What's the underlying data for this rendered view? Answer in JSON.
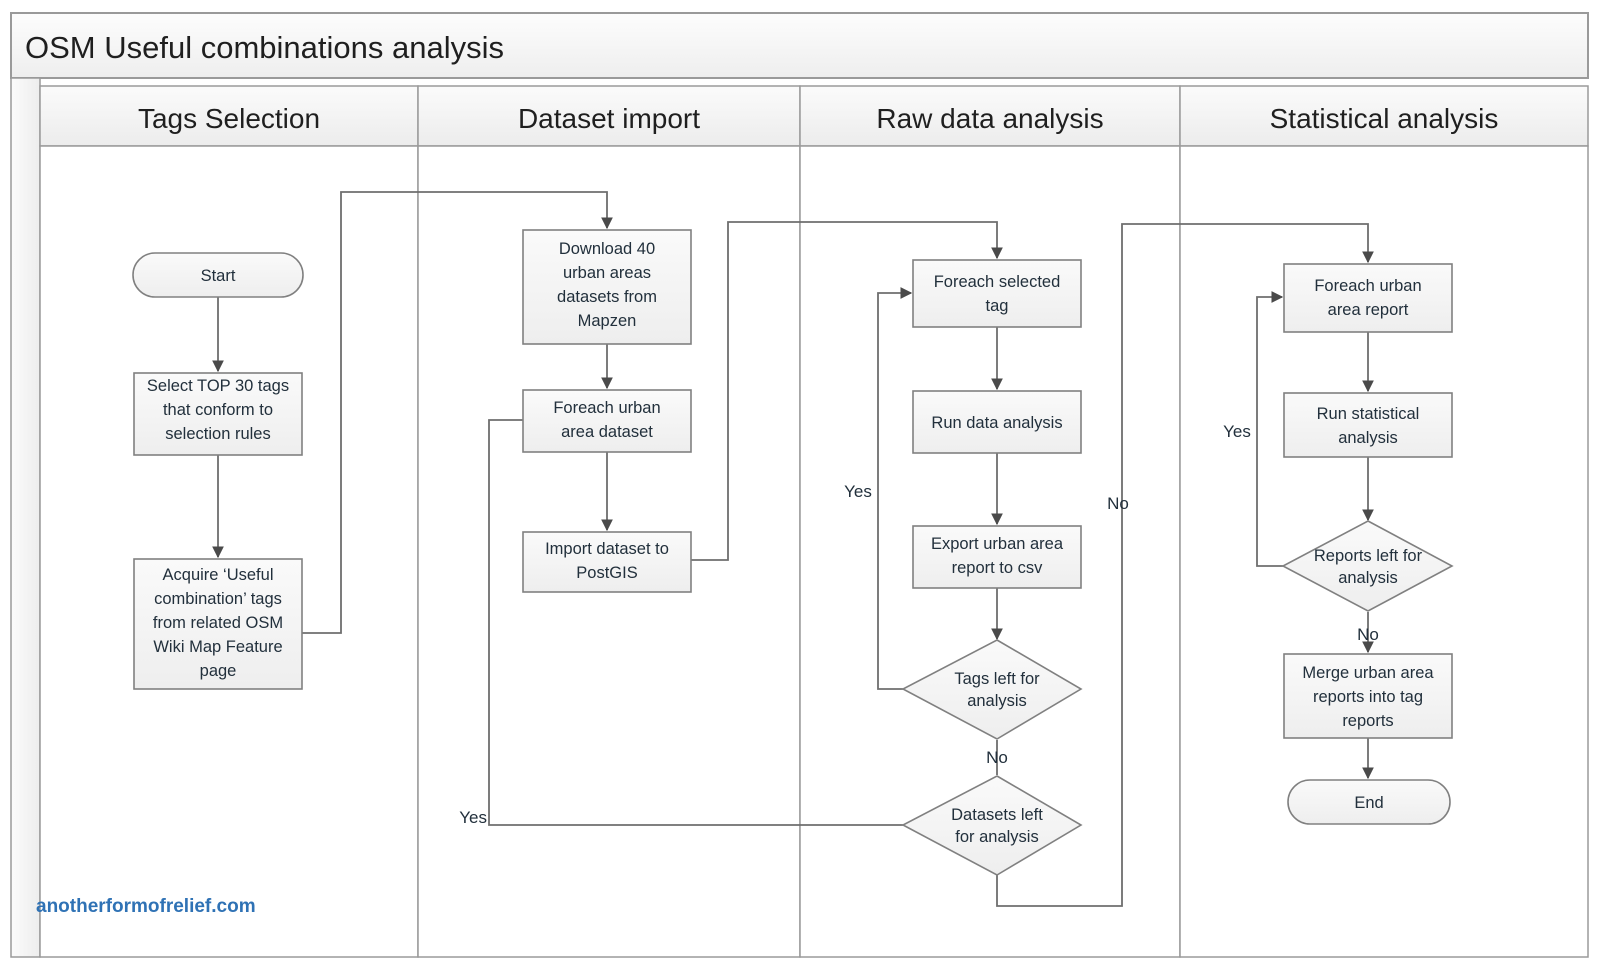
{
  "diagram": {
    "title": "OSM Useful combinations analysis",
    "watermark": "anotherformofrelief.com",
    "accent_color": "#2f72b5",
    "node_fill": "#f2f2f2",
    "node_stroke": "#808080",
    "edge_stroke": "#6e6e6e",
    "lanes": [
      {
        "id": "lane-tags-selection",
        "label": "Tags Selection"
      },
      {
        "id": "lane-dataset-import",
        "label": "Dataset import"
      },
      {
        "id": "lane-raw-data-analysis",
        "label": "Raw data analysis"
      },
      {
        "id": "lane-statistical-analysis",
        "label": "Statistical analysis"
      }
    ],
    "nodes": [
      {
        "id": "start",
        "lane": "Tags Selection",
        "shape": "terminator",
        "lines": [
          "Start"
        ]
      },
      {
        "id": "select-top-30",
        "lane": "Tags Selection",
        "shape": "process",
        "lines": [
          "Select TOP 30 tags",
          "that conform to",
          "selection rules"
        ]
      },
      {
        "id": "acquire-useful-combination",
        "lane": "Tags Selection",
        "shape": "process",
        "lines": [
          "Acquire ‘Useful",
          "combination’ tags",
          "from related OSM",
          "Wiki Map Feature",
          "page"
        ]
      },
      {
        "id": "download-datasets",
        "lane": "Dataset import",
        "shape": "process",
        "lines": [
          "Download 40",
          "urban areas",
          "datasets from",
          "Mapzen"
        ]
      },
      {
        "id": "foreach-urban-area-dataset",
        "lane": "Dataset import",
        "shape": "process",
        "lines": [
          "Foreach urban",
          "area dataset"
        ]
      },
      {
        "id": "import-dataset-postgis",
        "lane": "Dataset import",
        "shape": "process",
        "lines": [
          "Import dataset to",
          "PostGIS"
        ]
      },
      {
        "id": "foreach-selected-tag",
        "lane": "Raw data analysis",
        "shape": "process",
        "lines": [
          "Foreach selected",
          "tag"
        ]
      },
      {
        "id": "run-data-analysis",
        "lane": "Raw data analysis",
        "shape": "process",
        "lines": [
          "Run data analysis"
        ]
      },
      {
        "id": "export-urban-area-report",
        "lane": "Raw data analysis",
        "shape": "process",
        "lines": [
          "Export urban area",
          "report to csv"
        ]
      },
      {
        "id": "tags-left-for-analysis",
        "lane": "Raw data analysis",
        "shape": "decision",
        "lines": [
          "Tags left for",
          "analysis"
        ]
      },
      {
        "id": "datasets-left-for-analysis",
        "lane": "Raw data analysis",
        "shape": "decision",
        "lines": [
          "Datasets left",
          "for analysis"
        ]
      },
      {
        "id": "foreach-urban-area-report",
        "lane": "Statistical analysis",
        "shape": "process",
        "lines": [
          "Foreach urban",
          "area report"
        ]
      },
      {
        "id": "run-statistical-analysis",
        "lane": "Statistical analysis",
        "shape": "process",
        "lines": [
          "Run statistical",
          "analysis"
        ]
      },
      {
        "id": "reports-left-for-analysis",
        "lane": "Statistical analysis",
        "shape": "decision",
        "lines": [
          "Reports left for",
          "analysis"
        ]
      },
      {
        "id": "merge-urban-area-reports",
        "lane": "Statistical analysis",
        "shape": "process",
        "lines": [
          "Merge urban area",
          "reports into tag",
          "reports"
        ]
      },
      {
        "id": "end",
        "lane": "Statistical analysis",
        "shape": "terminator",
        "lines": [
          "End"
        ]
      }
    ],
    "edge_labels": [
      {
        "id": "label-tags-left-yes",
        "text": "Yes"
      },
      {
        "id": "label-tags-left-no",
        "text": "No"
      },
      {
        "id": "label-datasets-left-yes",
        "text": "Yes"
      },
      {
        "id": "label-datasets-left-no",
        "text": "No"
      },
      {
        "id": "label-reports-left-yes",
        "text": "Yes"
      },
      {
        "id": "label-reports-left-no",
        "text": "No"
      }
    ]
  }
}
